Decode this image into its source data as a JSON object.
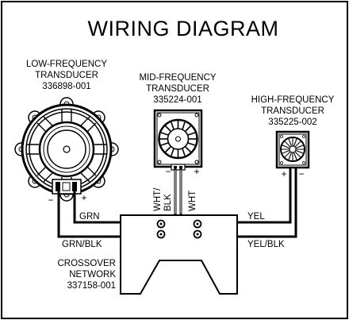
{
  "title": "WIRING DIAGRAM",
  "components": {
    "low": {
      "line1": "LOW-FREQUENCY",
      "line2": "TRANSDUCER",
      "part": "336898-001"
    },
    "mid": {
      "line1": "MID-FREQUENCY",
      "line2": "TRANSDUCER",
      "part": "335224-001"
    },
    "high": {
      "line1": "HIGH-FREQUENCY",
      "line2": "TRANSDUCER",
      "part": "335225-002"
    },
    "crossover": {
      "line1": "CROSSOVER",
      "line2": "NETWORK",
      "part": "337158-001"
    }
  },
  "wires": {
    "grn": "GRN",
    "grn_blk": "GRN/BLK",
    "wht_blk_1": "WHT/",
    "wht_blk_2": "BLK",
    "wht": "WHT",
    "yel": "YEL",
    "yel_blk": "YEL/BLK"
  },
  "polarity": {
    "minus": "−",
    "plus": "+"
  }
}
